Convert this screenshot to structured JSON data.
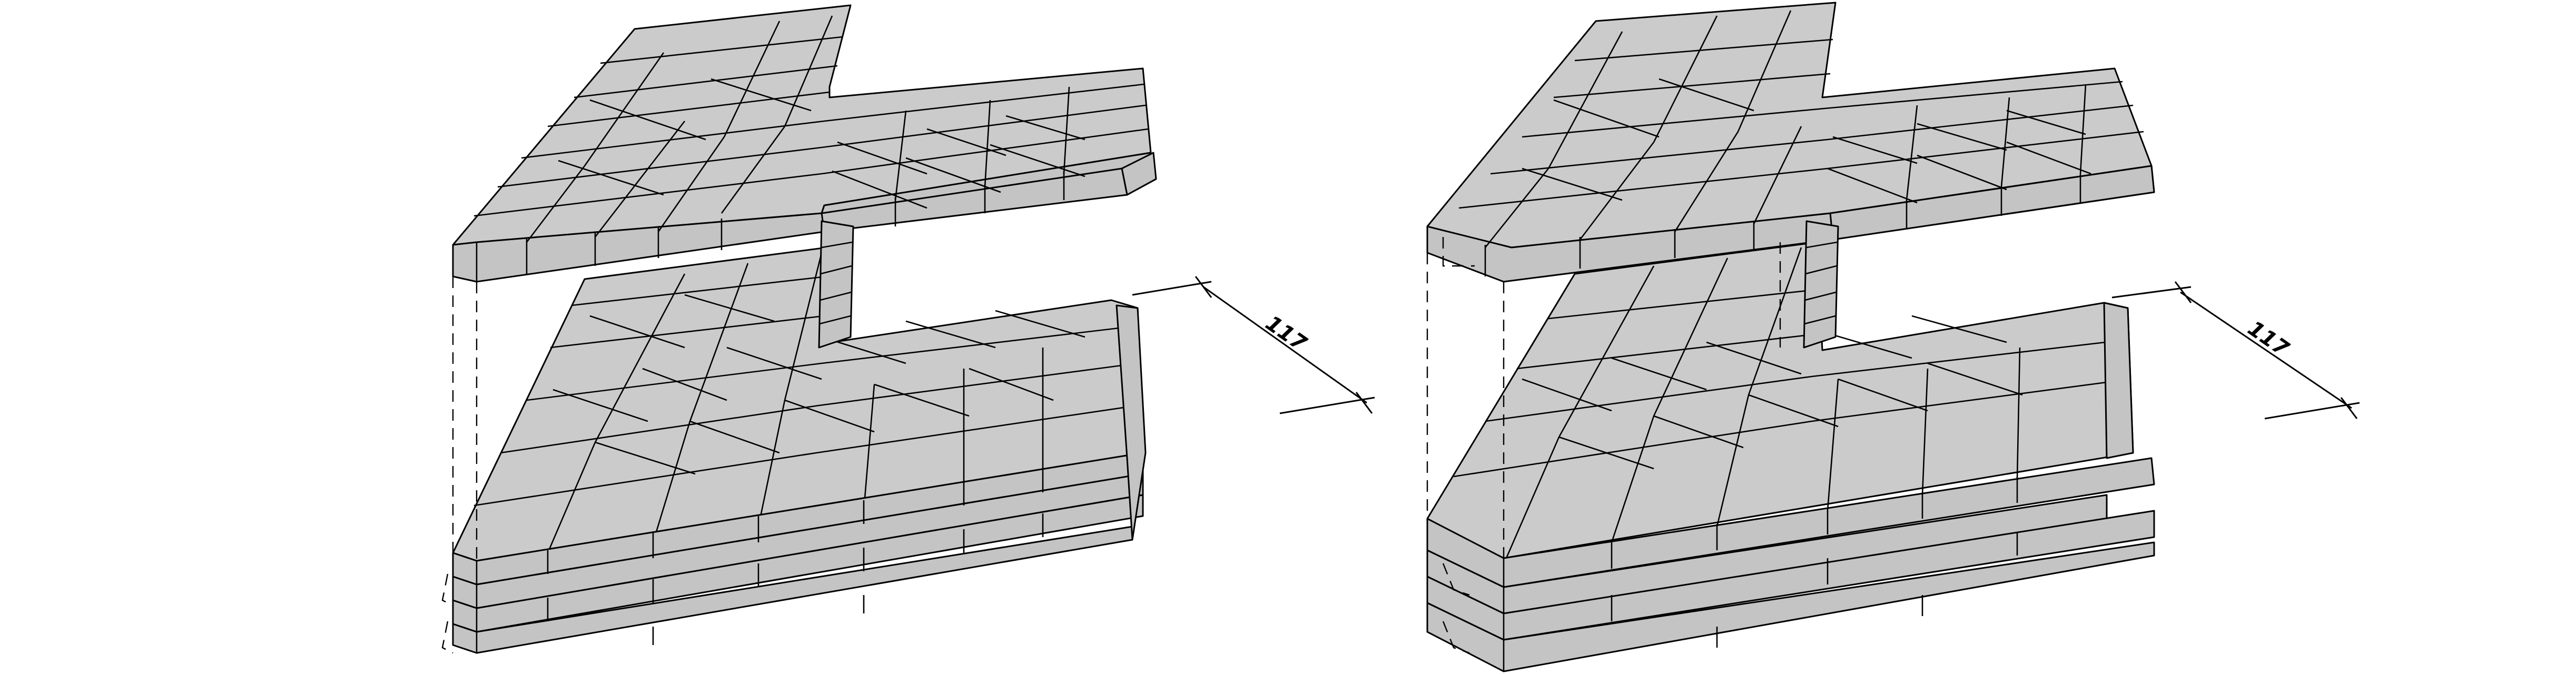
{
  "figure": {
    "panels": [
      {
        "id": "left",
        "dimension_label": "117"
      },
      {
        "id": "right",
        "dimension_label": "117"
      }
    ],
    "colors": {
      "fill": "#cbcbcb",
      "line": "#000000"
    }
  }
}
